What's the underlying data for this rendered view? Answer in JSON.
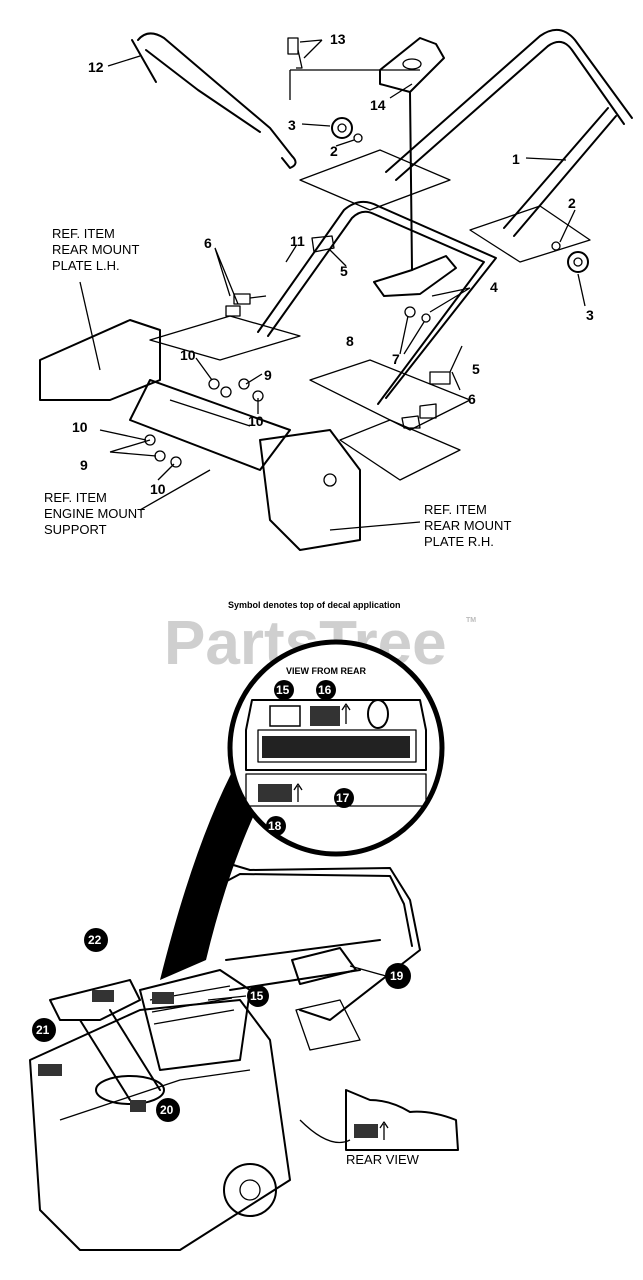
{
  "top_callouts": [
    "1",
    "2",
    "2",
    "3",
    "3",
    "4",
    "5",
    "5",
    "6",
    "6",
    "7",
    "8",
    "9",
    "9",
    "10",
    "10",
    "10",
    "10",
    "11",
    "12",
    "13",
    "14"
  ],
  "ref_rear_mount_lh": [
    "REF. ITEM",
    "REAR MOUNT",
    "PLATE L.H."
  ],
  "ref_engine_mount": [
    "REF. ITEM",
    "ENGINE MOUNT",
    "SUPPORT"
  ],
  "ref_rear_mount_rh": [
    "REF. ITEM",
    "REAR MOUNT",
    "PLATE R.H."
  ],
  "symbol_note": "Symbol denotes top of decal application",
  "watermark": "PartsTree",
  "watermark_tm": "TM",
  "view_from_rear": "VIEW FROM REAR",
  "rear_view": "REAR VIEW",
  "decal_callouts": [
    "15",
    "16",
    "17",
    "18",
    "19",
    "15",
    "20",
    "21",
    "22"
  ]
}
